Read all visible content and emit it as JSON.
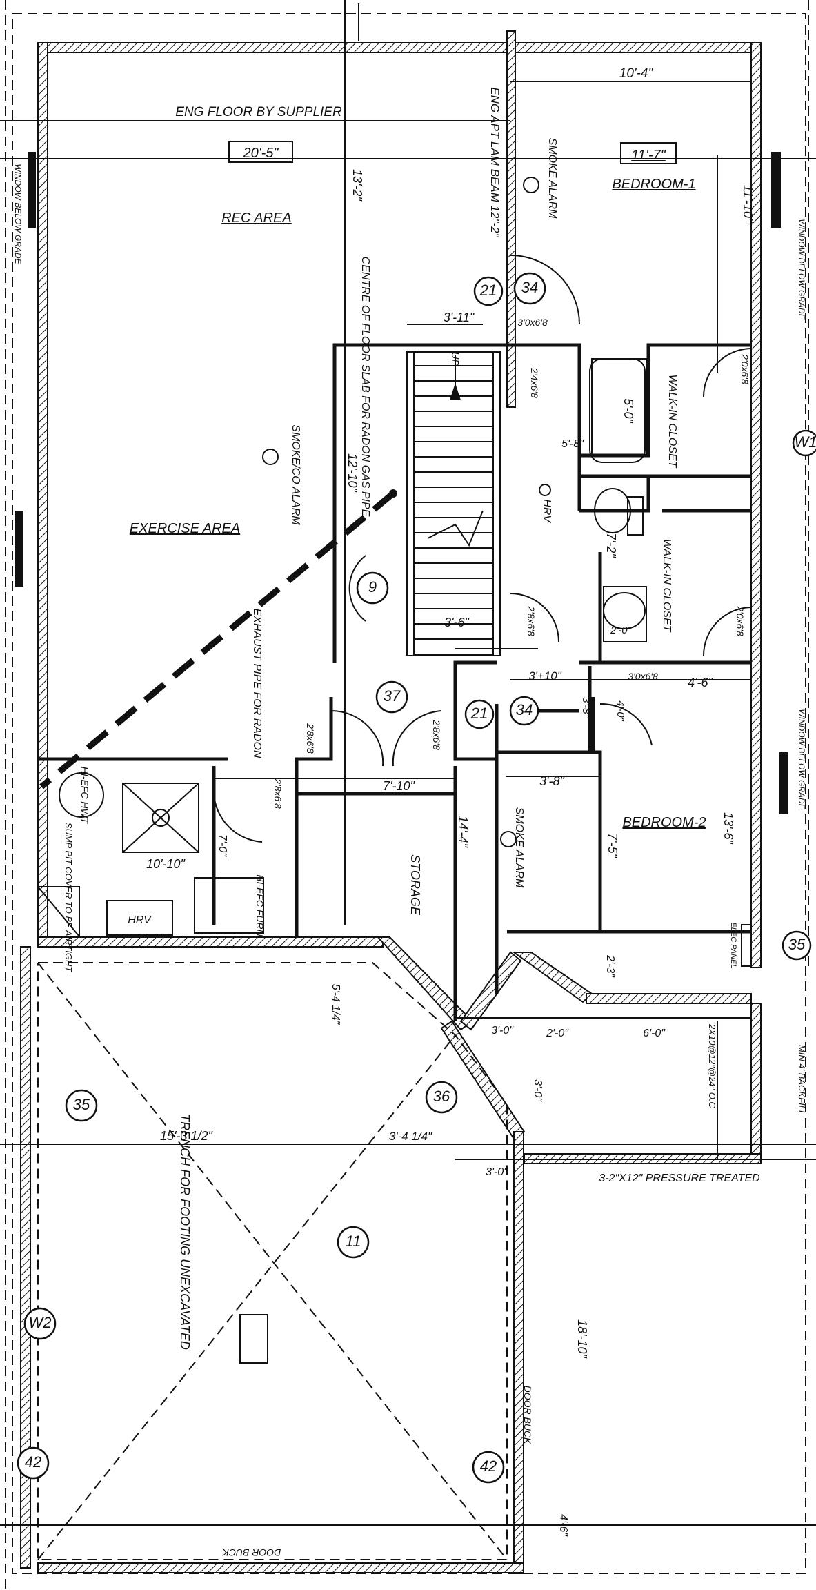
{
  "labels": {
    "rec_area": "REC AREA",
    "exercise_area": "EXERCISE AREA",
    "bedroom1": "BEDROOM-1",
    "bedroom2": "BEDROOM-2",
    "storage": "STORAGE",
    "walkin_closet": "WALK-IN CLOSET",
    "smoke_alarm": "SMOKE ALARM",
    "smoke_co_alarm": "SMOKE/CO ALARM",
    "hrv": "HRV",
    "hi_efc_hwt": "HI-EFC HWT",
    "hi_efc_furn": "HI-EFC FURN",
    "sump": "SUMP PIT COVER TO BE AIRTIGHT",
    "radon_pipe": "CENTRE OF FLOOR SLAB FOR RADON GAS PIPE",
    "exhaust_radon": "EXHAUST PIPE FOR RADON",
    "eng_floor": "ENG FLOOR BY SUPPLIER",
    "eng_beam": "ENG APT LAM BEAM 12\"-2\"",
    "trench": "TRENCH FOR FOOTING UNEXCAVATED",
    "pressure_treated": "3-2\"X12\" PRESSURE TREATED",
    "door_buck": "DOOR BUCK",
    "window_below_grade": "WINDOW BELOW GRADE",
    "min_backfill": "MIN 4' BACKFILL",
    "joists": "2X10@12\"@24\" O.C",
    "up": "UP",
    "elec_panel": "ELEC PANEL"
  },
  "dims": {
    "d1": "20'-5\"",
    "d2": "11'-7\"",
    "d3": "10'-4\"",
    "d4": "13'-2\"",
    "d5": "11'-10\"",
    "d6": "3'-11\"",
    "d7": "5'-0\"",
    "d8": "12'-10\"",
    "d9": "7'-2\"",
    "d10": "3'-6\"",
    "d11": "3'+10\"",
    "d12": "4'-6\"",
    "d13": "7'-10\"",
    "d14": "14'-4\"",
    "d15": "3'-8\"",
    "d16": "13'-6\"",
    "d17": "7'-5\"",
    "d18": "10'-10\"",
    "d19": "7'-0\"",
    "d20": "2'-3\"",
    "d21": "5'-4 1/4\"",
    "d22": "3'-0\"",
    "d23": "2'-0\"",
    "d24": "6'-0\"",
    "d25": "15'-3 1/2\"",
    "d26": "3'-4 1/4\"",
    "d27": "18'-10\"",
    "d28": "4'-6\"",
    "d29": "2'8x6'8",
    "d30": "3'0x6'8",
    "d31": "2'4x6'8",
    "d32": "2'0x6'8",
    "d33": "2'-0\"",
    "d34": "5'-8\"",
    "d35": "4'-0\"",
    "d36": "3'-8\""
  },
  "tags": [
    "21",
    "34",
    "9",
    "37",
    "21",
    "34",
    "36",
    "35",
    "11",
    "W2",
    "42",
    "42",
    "35",
    "W1"
  ]
}
